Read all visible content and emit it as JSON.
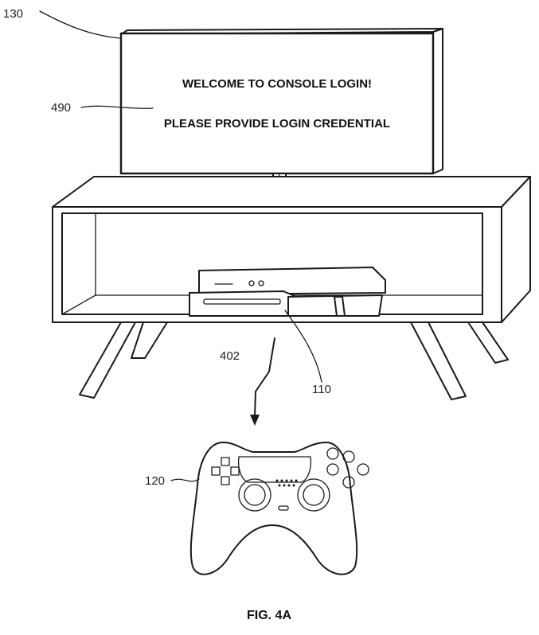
{
  "figure": {
    "caption": "FIG. 4A",
    "labels": {
      "display": "130",
      "screen_message": "490",
      "signal": "402",
      "console": "110",
      "controller": "120"
    },
    "screen": {
      "line1": "WELCOME TO CONSOLE LOGIN!",
      "line2": "PLEASE PROVIDE LOGIN CREDENTIAL"
    }
  }
}
